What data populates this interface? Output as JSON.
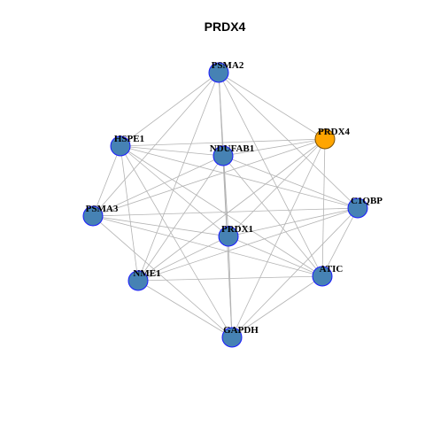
{
  "title": "PRDX4",
  "colors": {
    "node_fill": "#4682b4",
    "node_stroke": "#1a1aff",
    "highlight_fill": "#ffa500",
    "highlight_stroke": "#7a4f00",
    "edge": "#b3b3b3"
  },
  "nodes": [
    {
      "id": "PSMA2",
      "label": "PSMA2",
      "highlight": false
    },
    {
      "id": "PRDX4",
      "label": "PRDX4",
      "highlight": true
    },
    {
      "id": "HSPE1",
      "label": "HSPE1",
      "highlight": false
    },
    {
      "id": "NDUFAB1",
      "label": "NDUFAB1",
      "highlight": false
    },
    {
      "id": "C1QBP",
      "label": "C1QBP",
      "highlight": false
    },
    {
      "id": "PSMA3",
      "label": "PSMA3",
      "highlight": false
    },
    {
      "id": "PRDX1",
      "label": "PRDX1",
      "highlight": false
    },
    {
      "id": "ATIC",
      "label": "ATIC",
      "highlight": false
    },
    {
      "id": "NME1",
      "label": "NME1",
      "highlight": false
    },
    {
      "id": "GAPDH",
      "label": "GAPDH",
      "highlight": false
    }
  ],
  "edges": [
    [
      "PSMA2",
      "PRDX4"
    ],
    [
      "PSMA2",
      "HSPE1"
    ],
    [
      "PSMA2",
      "NDUFAB1"
    ],
    [
      "PSMA2",
      "C1QBP"
    ],
    [
      "PSMA2",
      "PSMA3"
    ],
    [
      "PSMA2",
      "PRDX1"
    ],
    [
      "PSMA2",
      "ATIC"
    ],
    [
      "PSMA2",
      "NME1"
    ],
    [
      "PSMA2",
      "GAPDH"
    ],
    [
      "PRDX4",
      "HSPE1"
    ],
    [
      "PRDX4",
      "NDUFAB1"
    ],
    [
      "PRDX4",
      "PSMA3"
    ],
    [
      "PRDX4",
      "PRDX1"
    ],
    [
      "PRDX4",
      "ATIC"
    ],
    [
      "PRDX4",
      "NME1"
    ],
    [
      "PRDX4",
      "GAPDH"
    ],
    [
      "HSPE1",
      "NDUFAB1"
    ],
    [
      "HSPE1",
      "C1QBP"
    ],
    [
      "HSPE1",
      "PSMA3"
    ],
    [
      "HSPE1",
      "PRDX1"
    ],
    [
      "HSPE1",
      "ATIC"
    ],
    [
      "HSPE1",
      "NME1"
    ],
    [
      "HSPE1",
      "GAPDH"
    ],
    [
      "NDUFAB1",
      "C1QBP"
    ],
    [
      "NDUFAB1",
      "PSMA3"
    ],
    [
      "NDUFAB1",
      "PRDX1"
    ],
    [
      "NDUFAB1",
      "ATIC"
    ],
    [
      "NDUFAB1",
      "NME1"
    ],
    [
      "NDUFAB1",
      "GAPDH"
    ],
    [
      "C1QBP",
      "PSMA3"
    ],
    [
      "C1QBP",
      "PRDX1"
    ],
    [
      "C1QBP",
      "ATIC"
    ],
    [
      "C1QBP",
      "NME1"
    ],
    [
      "C1QBP",
      "GAPDH"
    ],
    [
      "PSMA3",
      "PRDX1"
    ],
    [
      "PSMA3",
      "ATIC"
    ],
    [
      "PSMA3",
      "GAPDH"
    ],
    [
      "PRDX1",
      "ATIC"
    ],
    [
      "PRDX1",
      "NME1"
    ],
    [
      "PRDX1",
      "GAPDH"
    ],
    [
      "ATIC",
      "NME1"
    ],
    [
      "ATIC",
      "GAPDH"
    ],
    [
      "NME1",
      "GAPDH"
    ]
  ]
}
